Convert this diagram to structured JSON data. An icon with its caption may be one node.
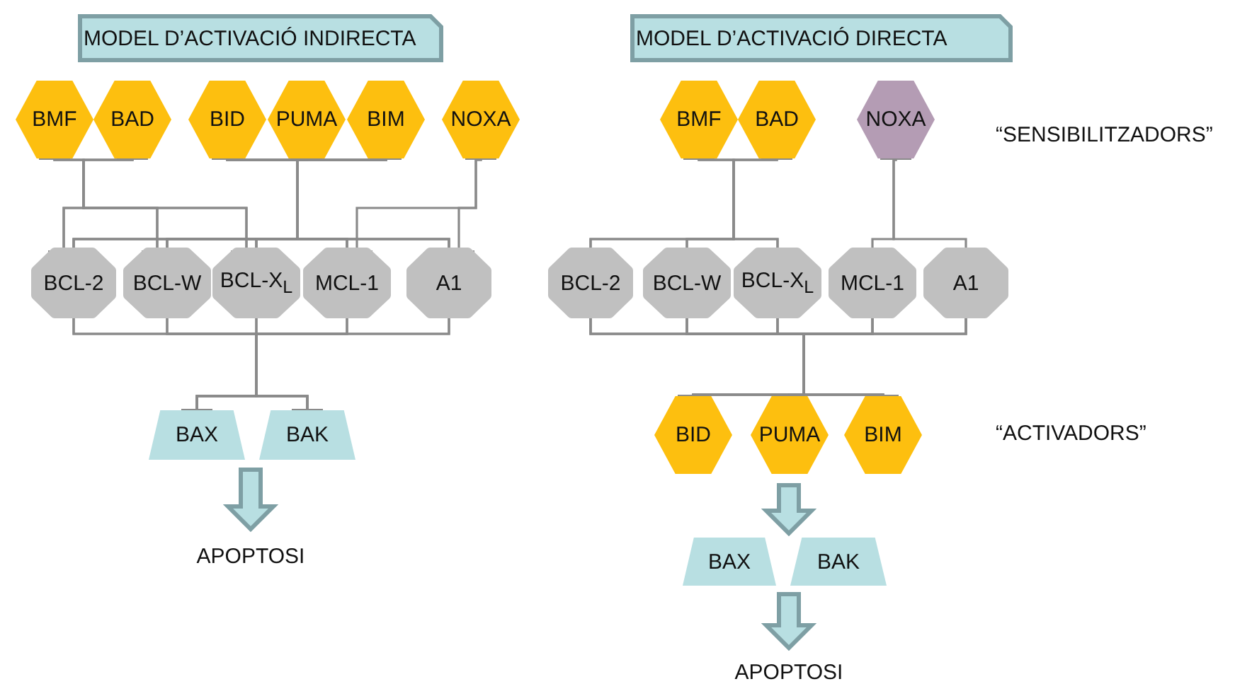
{
  "diagram": {
    "nodes": [
      {
        "text": [
          "MODEL D’ACTIVACIÓ INDIRECTA"
        ]
      },
      {
        "text": [
          "BMF"
        ]
      },
      {
        "text": [
          "BAD"
        ]
      },
      {
        "text": [
          "BID"
        ]
      },
      {
        "text": [
          "PUMA"
        ]
      },
      {
        "text": [
          "BIM"
        ]
      },
      {
        "text": [
          "NOXA"
        ]
      },
      {
        "text": [
          "BCL-2"
        ]
      },
      {
        "text": [
          "BCL-W"
        ]
      },
      {
        "text": [
          "BCL-X$_{L}$"
        ]
      },
      {
        "text": [
          "MCL-1"
        ]
      },
      {
        "text": [
          "A1"
        ]
      },
      {
        "text": [
          "BAX"
        ]
      },
      {
        "text": [
          "BAK"
        ]
      },
      {
        "text": [
          "APOPTOSI"
        ]
      },
      {
        "text": [
          "MODEL D’ACTIVACIÓ DIRECTA"
        ]
      },
      {
        "text": [
          "BMF"
        ]
      },
      {
        "text": [
          "BAD"
        ]
      },
      {
        "text": [
          "NOXA"
        ]
      },
      {
        "text": [
          "BCL-2"
        ]
      },
      {
        "text": [
          "BCL-W"
        ]
      },
      {
        "text": [
          "BCL-X$_{L}$"
        ]
      },
      {
        "text": [
          "MCL-1"
        ]
      },
      {
        "text": [
          "A1"
        ]
      },
      {
        "text": [
          "BID"
        ]
      },
      {
        "text": [
          "PUMA"
        ]
      },
      {
        "text": [
          "BIM"
        ]
      },
      {
        "text": [
          "BAX"
        ]
      },
      {
        "text": [
          "BAK"
        ]
      },
      {
        "text": [
          "APOPTOSI"
        ]
      }
    ],
    "edges": [
      {
        "from": 1,
        "to": 7,
        "arrow": "other"
      },
      {
        "from": 1,
        "to": 8,
        "arrow": "other"
      },
      {
        "from": 1,
        "to": 9,
        "arrow": "other"
      },
      {
        "from": 2,
        "to": 7,
        "arrow": "other"
      },
      {
        "from": 2,
        "to": 8,
        "arrow": "other"
      },
      {
        "from": 2,
        "to": 9,
        "arrow": "other"
      },
      {
        "from": 3,
        "to": 7,
        "arrow": "other"
      },
      {
        "from": 3,
        "to": 8,
        "arrow": "other"
      },
      {
        "from": 3,
        "to": 9,
        "arrow": "other"
      },
      {
        "from": 3,
        "to": 10,
        "arrow": "other"
      },
      {
        "from": 3,
        "to": 11,
        "arrow": "other"
      },
      {
        "from": 4,
        "to": 7,
        "arrow": "other"
      },
      {
        "from": 4,
        "to": 8,
        "arrow": "other"
      },
      {
        "from": 4,
        "to": 9,
        "arrow": "other"
      },
      {
        "from": 4,
        "to": 10,
        "arrow": "other"
      },
      {
        "from": 4,
        "to": 11,
        "arrow": "other"
      },
      {
        "from": 5,
        "to": 7,
        "arrow": "other"
      },
      {
        "from": 5,
        "to": 8,
        "arrow": "other"
      },
      {
        "from": 5,
        "to": 9,
        "arrow": "other"
      },
      {
        "from": 5,
        "to": 10,
        "arrow": "other"
      },
      {
        "from": 5,
        "to": 11,
        "arrow": "other"
      },
      {
        "from": 6,
        "to": 10,
        "arrow": "other"
      },
      {
        "from": 6,
        "to": 11,
        "arrow": "other"
      },
      {
        "from": 7,
        "to": 12,
        "arrow": "other"
      },
      {
        "from": 7,
        "to": 13,
        "arrow": "other"
      },
      {
        "from": 8,
        "to": 12,
        "arrow": "other"
      },
      {
        "from": 8,
        "to": 13,
        "arrow": "other"
      },
      {
        "from": 9,
        "to": 12,
        "arrow": "other"
      },
      {
        "from": 9,
        "to": 13,
        "arrow": "other"
      },
      {
        "from": 10,
        "to": 12,
        "arrow": "other"
      },
      {
        "from": 10,
        "to": 13,
        "arrow": "other"
      },
      {
        "from": 11,
        "to": 12,
        "arrow": "other"
      },
      {
        "from": 11,
        "to": 13,
        "arrow": "other"
      },
      {
        "from": 12,
        "to": 14,
        "arrow": "to"
      },
      {
        "from": 13,
        "to": 14,
        "arrow": "to"
      },
      {
        "from": 16,
        "to": 19,
        "arrow": "other"
      },
      {
        "from": 16,
        "to": 20,
        "arrow": "other"
      },
      {
        "from": 16,
        "to": 21,
        "arrow": "other"
      },
      {
        "from": 17,
        "to": 19,
        "arrow": "other"
      },
      {
        "from": 17,
        "to": 20,
        "arrow": "other"
      },
      {
        "from": 17,
        "to": 21,
        "arrow": "other"
      },
      {
        "from": 18,
        "to": 22,
        "arrow": "other"
      },
      {
        "from": 18,
        "to": 23,
        "arrow": "other"
      },
      {
        "from": 19,
        "to": 24,
        "arrow": "other"
      },
      {
        "from": 19,
        "to": 25,
        "arrow": "other"
      },
      {
        "from": 19,
        "to": 26,
        "arrow": "other"
      },
      {
        "from": 20,
        "to": 24,
        "arrow": "other"
      },
      {
        "from": 20,
        "to": 25,
        "arrow": "other"
      },
      {
        "from": 20,
        "to": 26,
        "arrow": "other"
      },
      {
        "from": 21,
        "to": 24,
        "arrow": "other"
      },
      {
        "from": 21,
        "to": 25,
        "arrow": "other"
      },
      {
        "from": 21,
        "to": 26,
        "arrow": "other"
      },
      {
        "from": 22,
        "to": 24,
        "arrow": "other"
      },
      {
        "from": 22,
        "to": 25,
        "arrow": "other"
      },
      {
        "from": 22,
        "to": 26,
        "arrow": "other"
      },
      {
        "from": 23,
        "to": 24,
        "arrow": "other"
      },
      {
        "from": 23,
        "to": 25,
        "arrow": "other"
      },
      {
        "from": 23,
        "to": 26,
        "arrow": "other"
      },
      {
        "from": 24,
        "to": 27,
        "arrow": "to"
      },
      {
        "from": 24,
        "to": 28,
        "arrow": "to"
      },
      {
        "from": 25,
        "to": 27,
        "arrow": "to"
      },
      {
        "from": 25,
        "to": 28,
        "arrow": "to"
      },
      {
        "from": 26,
        "to": 27,
        "arrow": "to"
      },
      {
        "from": 26,
        "to": 28,
        "arrow": "to"
      },
      {
        "from": 27,
        "to": 29,
        "arrow": "to"
      },
      {
        "from": 28,
        "to": 29,
        "arrow": "to"
      }
    ],
    "labels": [
      "“SENSIBILITZADORS”",
      "“ACTIVADORS”"
    ]
  }
}
